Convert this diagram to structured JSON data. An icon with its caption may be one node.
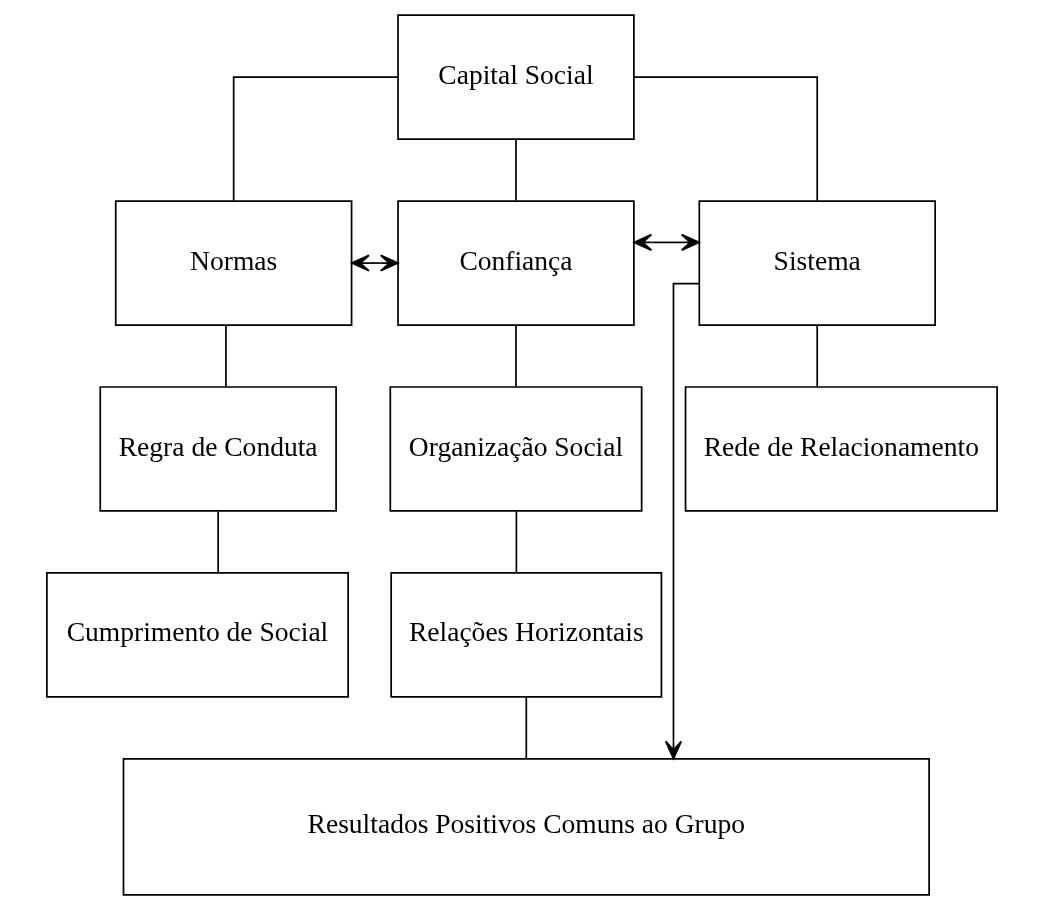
{
  "diagram": {
    "nodes": [
      {
        "text": [
          "Capital Social"
        ]
      },
      {
        "text": [
          "Normas"
        ]
      },
      {
        "text": [
          "Confiança"
        ]
      },
      {
        "text": [
          "Sistema"
        ]
      },
      {
        "text": [
          "Regra de Conduta"
        ]
      },
      {
        "text": [
          "Organização Social"
        ]
      },
      {
        "text": [
          "Rede de Relacionamento"
        ]
      },
      {
        "text": [
          "Cumprimento de Social"
        ]
      },
      {
        "text": [
          "Relações Horizontais"
        ]
      },
      {
        "text": [
          "Resultados Positivos Comuns ao Grupo"
        ]
      }
    ],
    "edges": [
      {
        "from": 0,
        "to": 1,
        "arrow": "none"
      },
      {
        "from": 0,
        "to": 2,
        "arrow": "none"
      },
      {
        "from": 0,
        "to": 3,
        "arrow": "none"
      },
      {
        "from": 1,
        "to": 2,
        "arrow": "both"
      },
      {
        "from": 2,
        "to": 3,
        "arrow": "both"
      },
      {
        "from": 1,
        "to": 4,
        "arrow": "none"
      },
      {
        "from": 2,
        "to": 5,
        "arrow": "none"
      },
      {
        "from": 3,
        "to": 6,
        "arrow": "none"
      },
      {
        "from": 4,
        "to": 7,
        "arrow": "none"
      },
      {
        "from": 5,
        "to": 8,
        "arrow": "none"
      },
      {
        "from": 8,
        "to": 9,
        "arrow": "none"
      },
      {
        "from": 3,
        "to": 9,
        "arrow": "to"
      }
    ]
  }
}
